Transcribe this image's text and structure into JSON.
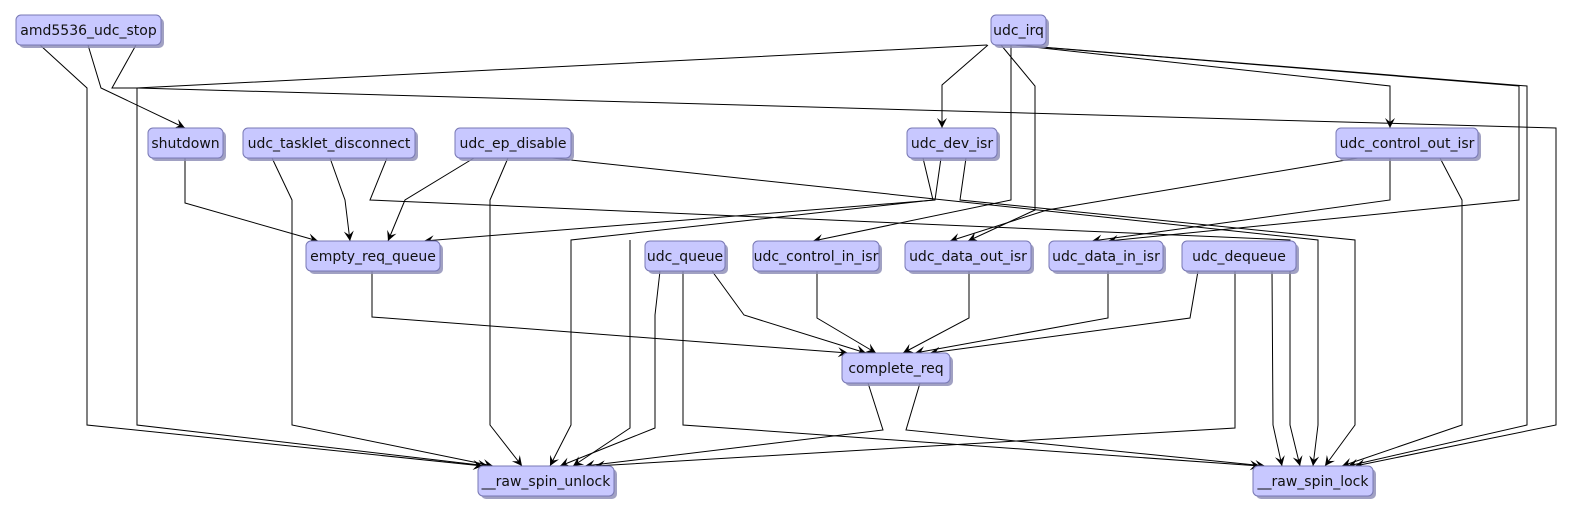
{
  "diagram": {
    "type": "call-graph",
    "colors": {
      "node_fill": "#c8c8ff",
      "node_border": "#7878b4",
      "edge": "#000000",
      "background": "#ffffff"
    },
    "nodes": [
      {
        "id": "amd5536_udc_stop",
        "label": "amd5536_udc_stop"
      },
      {
        "id": "udc_irq",
        "label": "udc_irq"
      },
      {
        "id": "shutdown",
        "label": "shutdown"
      },
      {
        "id": "udc_tasklet_disconnect",
        "label": "udc_tasklet_disconnect"
      },
      {
        "id": "udc_ep_disable",
        "label": "udc_ep_disable"
      },
      {
        "id": "udc_dev_isr",
        "label": "udc_dev_isr"
      },
      {
        "id": "udc_control_out_isr",
        "label": "udc_control_out_isr"
      },
      {
        "id": "empty_req_queue",
        "label": "empty_req_queue"
      },
      {
        "id": "udc_queue",
        "label": "udc_queue"
      },
      {
        "id": "udc_control_in_isr",
        "label": "udc_control_in_isr"
      },
      {
        "id": "udc_data_out_isr",
        "label": "udc_data_out_isr"
      },
      {
        "id": "udc_data_in_isr",
        "label": "udc_data_in_isr"
      },
      {
        "id": "udc_dequeue",
        "label": "udc_dequeue"
      },
      {
        "id": "complete_req",
        "label": "complete_req"
      },
      {
        "id": "raw_spin_unlock",
        "label": "__raw_spin_unlock"
      },
      {
        "id": "raw_spin_lock",
        "label": "__raw_spin_lock"
      }
    ],
    "edges": [
      {
        "from": "amd5536_udc_stop",
        "to": "shutdown"
      },
      {
        "from": "amd5536_udc_stop",
        "to": "raw_spin_unlock"
      },
      {
        "from": "amd5536_udc_stop",
        "to": "raw_spin_lock"
      },
      {
        "from": "udc_irq",
        "to": "udc_dev_isr"
      },
      {
        "from": "udc_irq",
        "to": "udc_control_out_isr"
      },
      {
        "from": "udc_irq",
        "to": "udc_control_in_isr"
      },
      {
        "from": "udc_irq",
        "to": "udc_data_out_isr"
      },
      {
        "from": "udc_irq",
        "to": "udc_data_in_isr"
      },
      {
        "from": "udc_irq",
        "to": "raw_spin_unlock"
      },
      {
        "from": "udc_irq",
        "to": "raw_spin_lock"
      },
      {
        "from": "shutdown",
        "to": "empty_req_queue"
      },
      {
        "from": "udc_tasklet_disconnect",
        "to": "empty_req_queue"
      },
      {
        "from": "udc_tasklet_disconnect",
        "to": "raw_spin_unlock"
      },
      {
        "from": "udc_tasklet_disconnect",
        "to": "raw_spin_lock"
      },
      {
        "from": "udc_ep_disable",
        "to": "empty_req_queue"
      },
      {
        "from": "udc_ep_disable",
        "to": "raw_spin_unlock"
      },
      {
        "from": "udc_ep_disable",
        "to": "raw_spin_lock"
      },
      {
        "from": "udc_dev_isr",
        "to": "empty_req_queue"
      },
      {
        "from": "udc_dev_isr",
        "to": "raw_spin_unlock"
      },
      {
        "from": "udc_dev_isr",
        "to": "raw_spin_lock"
      },
      {
        "from": "udc_control_out_isr",
        "to": "udc_data_out_isr"
      },
      {
        "from": "udc_control_out_isr",
        "to": "udc_data_in_isr"
      },
      {
        "from": "udc_control_out_isr",
        "to": "raw_spin_lock"
      },
      {
        "from": "empty_req_queue",
        "to": "complete_req"
      },
      {
        "from": "udc_queue",
        "to": "complete_req"
      },
      {
        "from": "udc_queue",
        "to": "raw_spin_unlock"
      },
      {
        "from": "udc_queue",
        "to": "raw_spin_lock"
      },
      {
        "from": "udc_control_in_isr",
        "to": "complete_req"
      },
      {
        "from": "udc_data_out_isr",
        "to": "complete_req"
      },
      {
        "from": "udc_data_in_isr",
        "to": "complete_req"
      },
      {
        "from": "udc_dequeue",
        "to": "complete_req"
      },
      {
        "from": "udc_dequeue",
        "to": "raw_spin_unlock"
      },
      {
        "from": "udc_dequeue",
        "to": "raw_spin_lock"
      },
      {
        "from": "complete_req",
        "to": "raw_spin_unlock"
      },
      {
        "from": "complete_req",
        "to": "raw_spin_lock"
      }
    ]
  }
}
